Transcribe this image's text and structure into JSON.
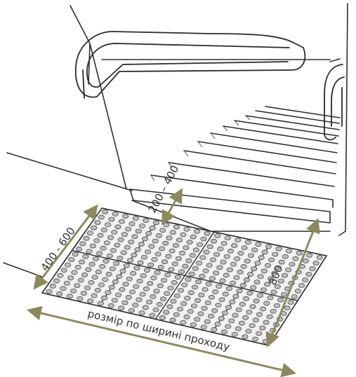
{
  "dimensions": {
    "height_label": "400 - 600",
    "gap_label": "200 – 400",
    "depth_label": "800",
    "width_label": "розмір по ширині проходу"
  },
  "colors": {
    "dimension_arrow": "#8c8a5c",
    "line": "#2f2f2f",
    "tile_fill": "#f1f1f1",
    "stud_fill": "#bdbdbd"
  }
}
